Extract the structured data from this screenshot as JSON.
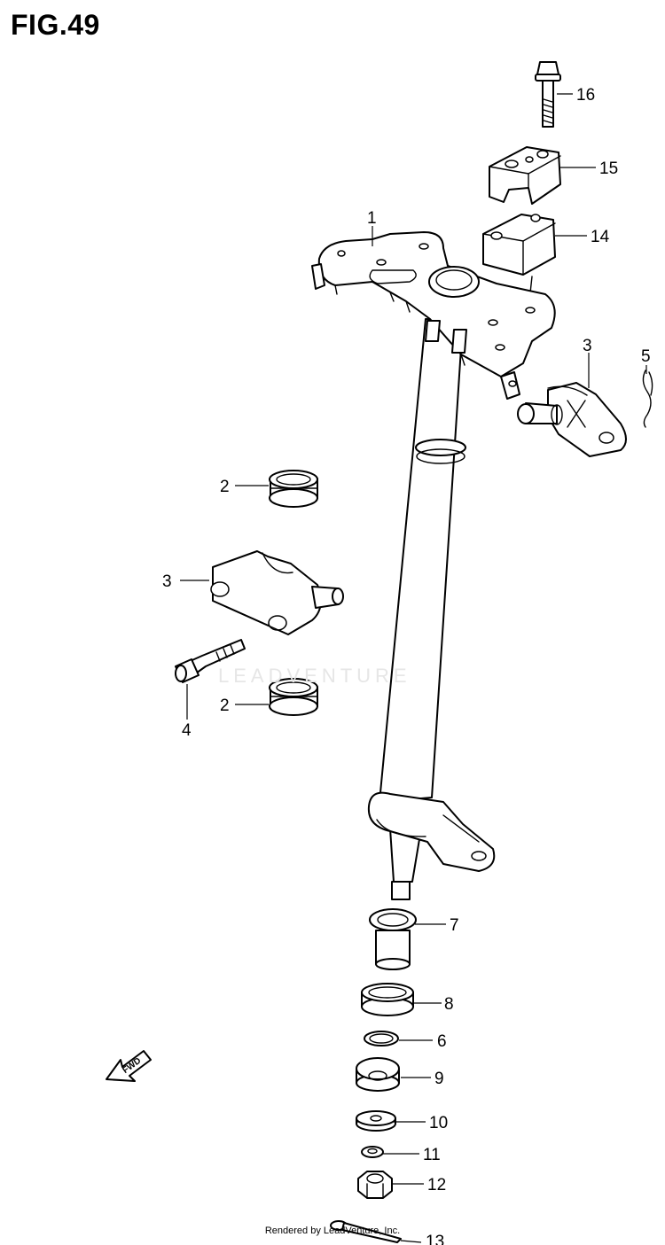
{
  "figure": {
    "title": "FIG.49"
  },
  "watermark": "LEADVENTURE",
  "footer": "Rendered by LeadVenture, Inc.",
  "fwd_label": "FWD",
  "callouts": [
    {
      "label": "1"
    },
    {
      "label": "2"
    },
    {
      "label": "2"
    },
    {
      "label": "3"
    },
    {
      "label": "3"
    },
    {
      "label": "4"
    },
    {
      "label": "5"
    },
    {
      "label": "6"
    },
    {
      "label": "7"
    },
    {
      "label": "8"
    },
    {
      "label": "9"
    },
    {
      "label": "10"
    },
    {
      "label": "11"
    },
    {
      "label": "12"
    },
    {
      "label": "13"
    },
    {
      "label": "14"
    },
    {
      "label": "15"
    },
    {
      "label": "16"
    }
  ]
}
